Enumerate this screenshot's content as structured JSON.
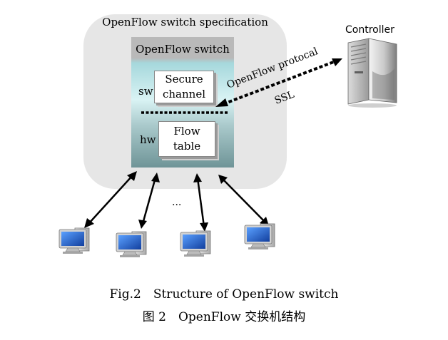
{
  "spec": {
    "title": "OpenFlow switch specification"
  },
  "switch": {
    "title": "OpenFlow switch",
    "sw_label": "sw",
    "hw_label": "hw",
    "secure_channel": {
      "line1": "Secure",
      "line2": "channel"
    },
    "flow_table": {
      "line1": "Flow",
      "line2": "table"
    }
  },
  "controller": {
    "label": "Controller"
  },
  "link": {
    "protocol_label": "OpenFlow protocal",
    "ssl_label": "SSL"
  },
  "hosts": {
    "ellipsis": "..."
  },
  "caption": {
    "english": "Fig.2　Structure of OpenFlow switch",
    "chinese": "图 2　OpenFlow 交换机结构"
  },
  "colors": {
    "spec_bg": "#e6e6e6",
    "switch_top": "#b9b9b9",
    "switch_mid": "#d9f3f4",
    "switch_bottom": "#6f9497",
    "screen_blue": "#1f5fc8",
    "arrow": "#000000"
  },
  "icons": {
    "controller": "server-tower-icon",
    "host": "desktop-computer-icon"
  }
}
